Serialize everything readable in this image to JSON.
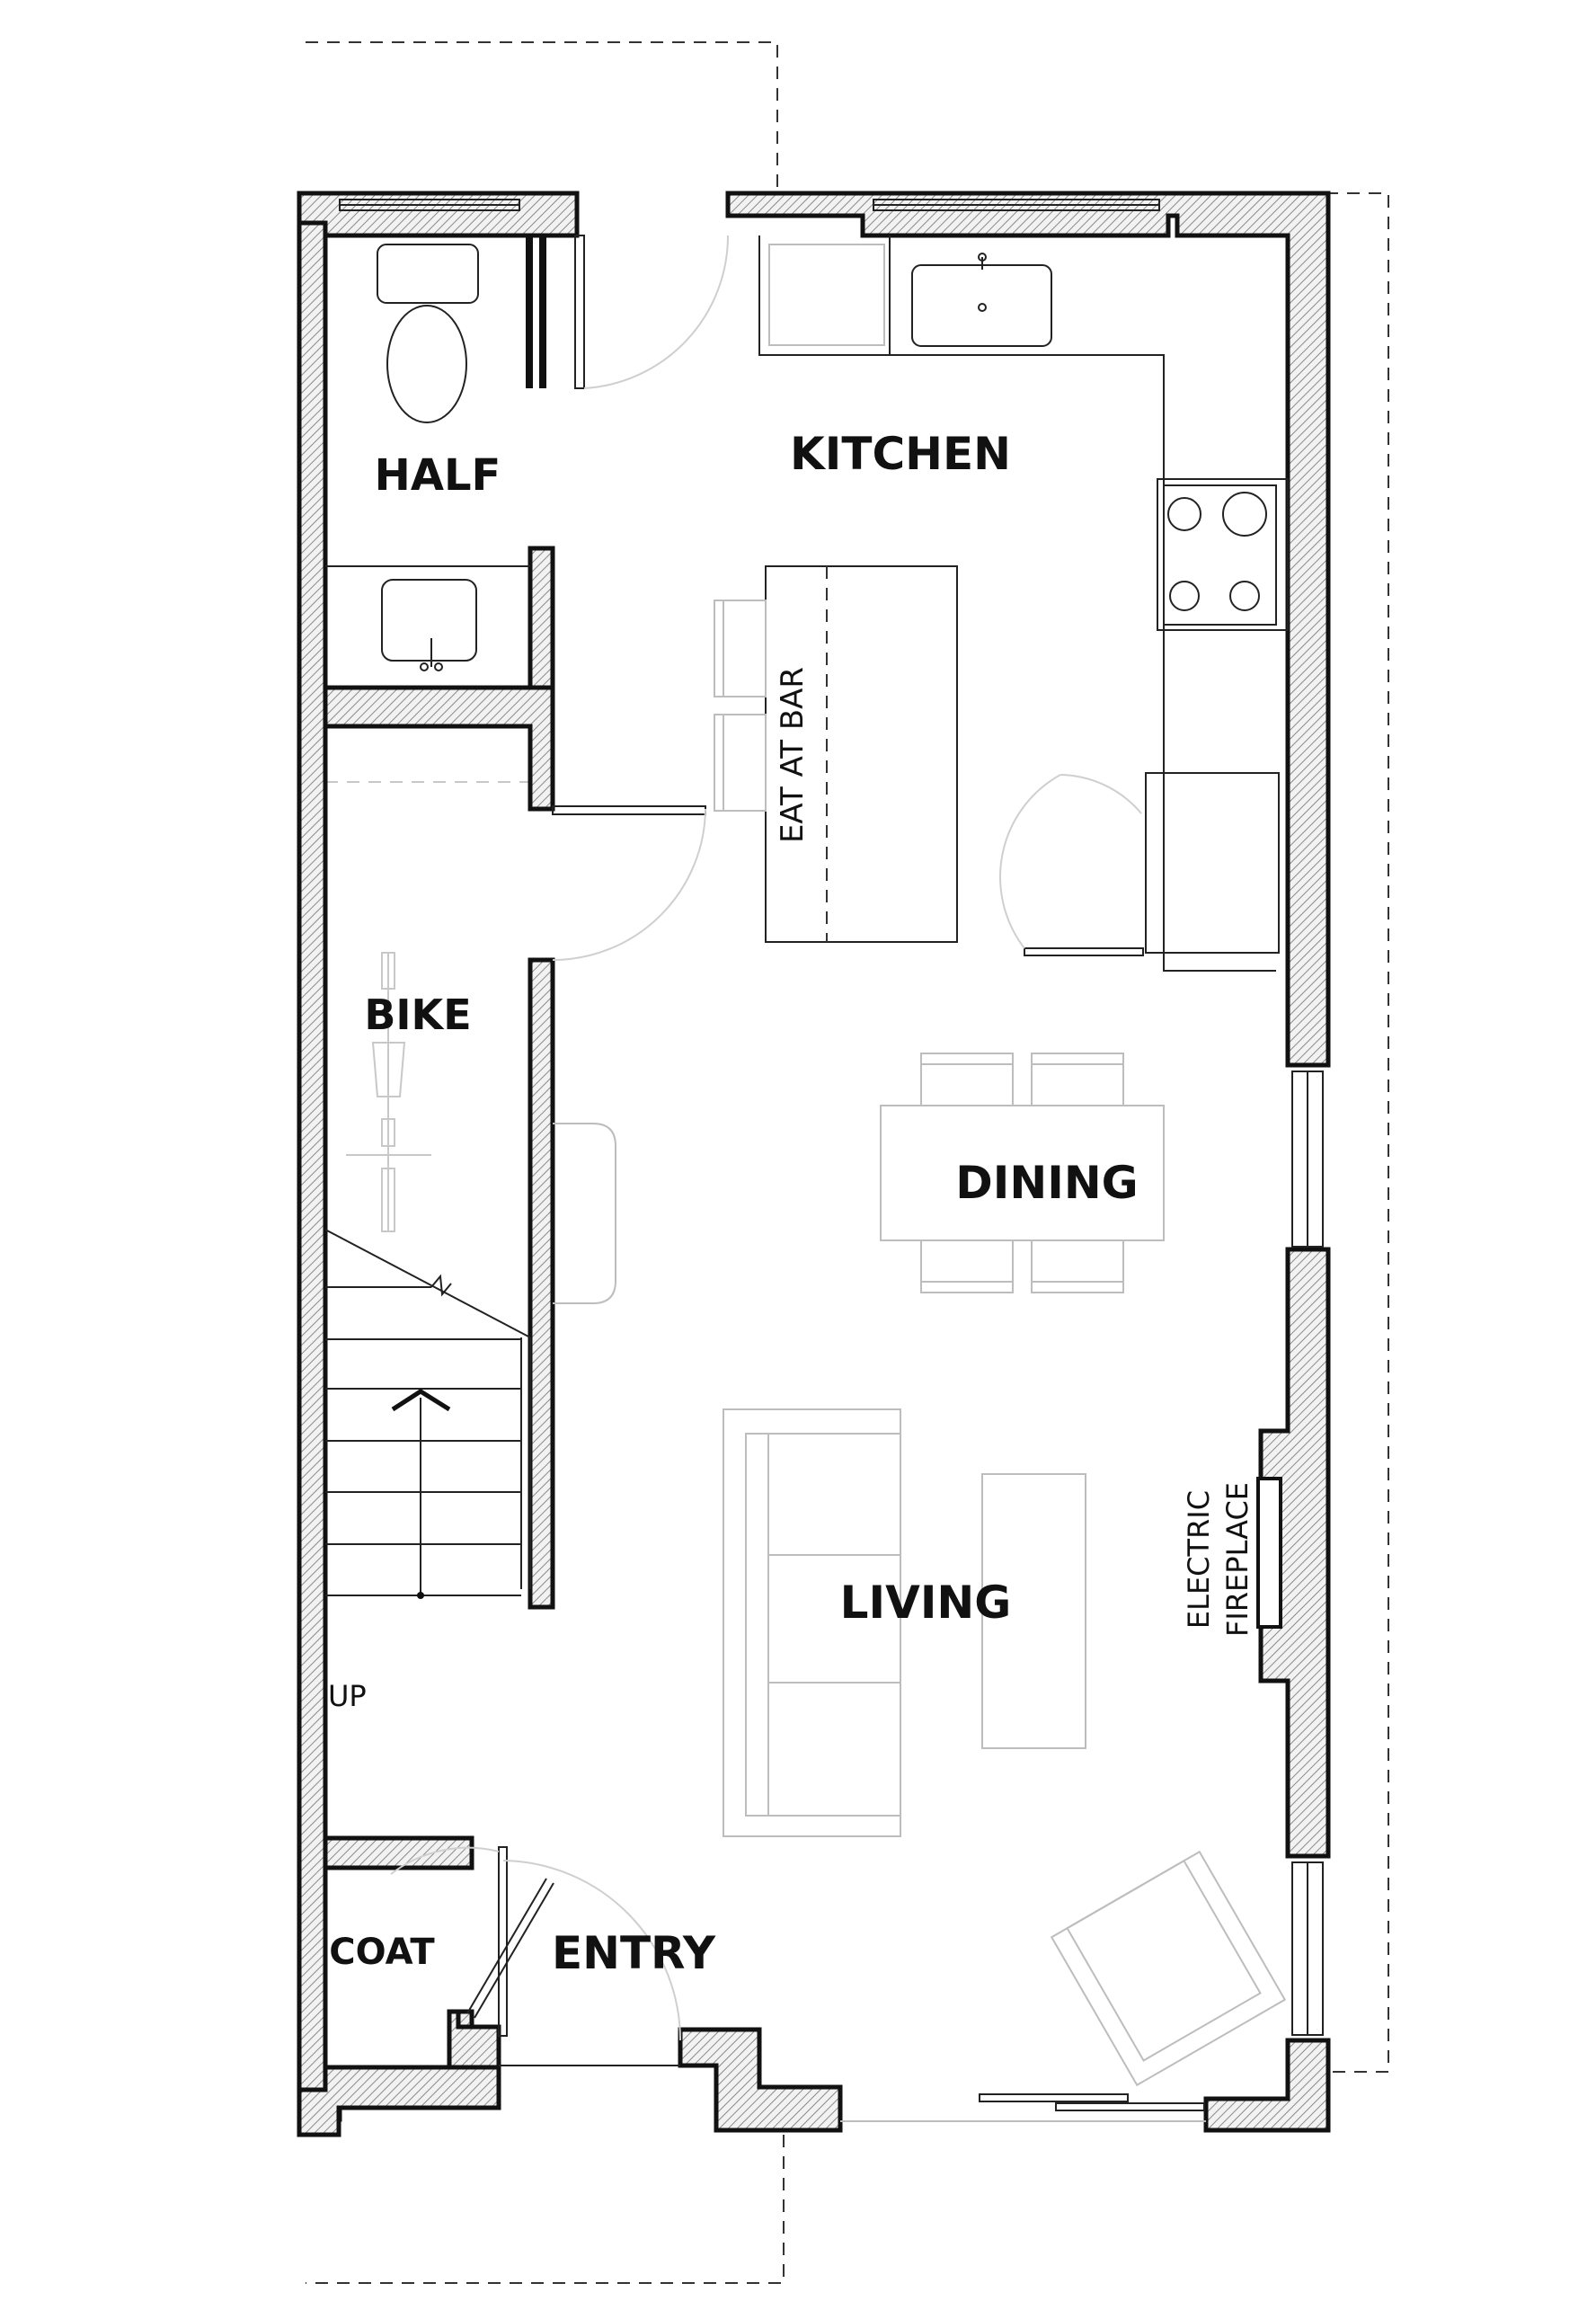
{
  "plan": {
    "rooms": {
      "half": "HALF",
      "kitchen": "KITCHEN",
      "bike": "BIKE",
      "dining": "DINING",
      "living": "LIVING",
      "coat": "COAT",
      "entry": "ENTRY"
    },
    "labels": {
      "eat_at_bar": "EAT AT BAR",
      "fireplace_line1": "ELECTRIC",
      "fireplace_line2": "FIREPLACE",
      "stair_up": "UP"
    },
    "colors": {
      "wall_outline": "#111111",
      "wall_hatch": "#8a8a8a",
      "fixture_line": "#222222",
      "furniture_line": "#c4c4c4"
    }
  }
}
